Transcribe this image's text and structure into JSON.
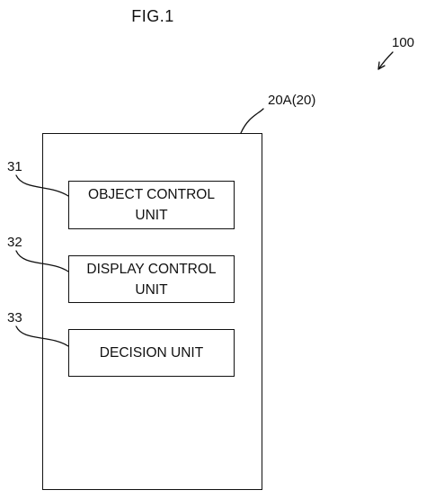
{
  "figure": {
    "title": "FIG.1"
  },
  "system": {
    "label": "100"
  },
  "device": {
    "label": "20A(20)"
  },
  "units": [
    {
      "ref": "31",
      "line1": "OBJECT CONTROL",
      "line2": "UNIT"
    },
    {
      "ref": "32",
      "line1": "DISPLAY CONTROL",
      "line2": "UNIT"
    },
    {
      "ref": "33",
      "line1": "DECISION UNIT",
      "line2": ""
    }
  ]
}
